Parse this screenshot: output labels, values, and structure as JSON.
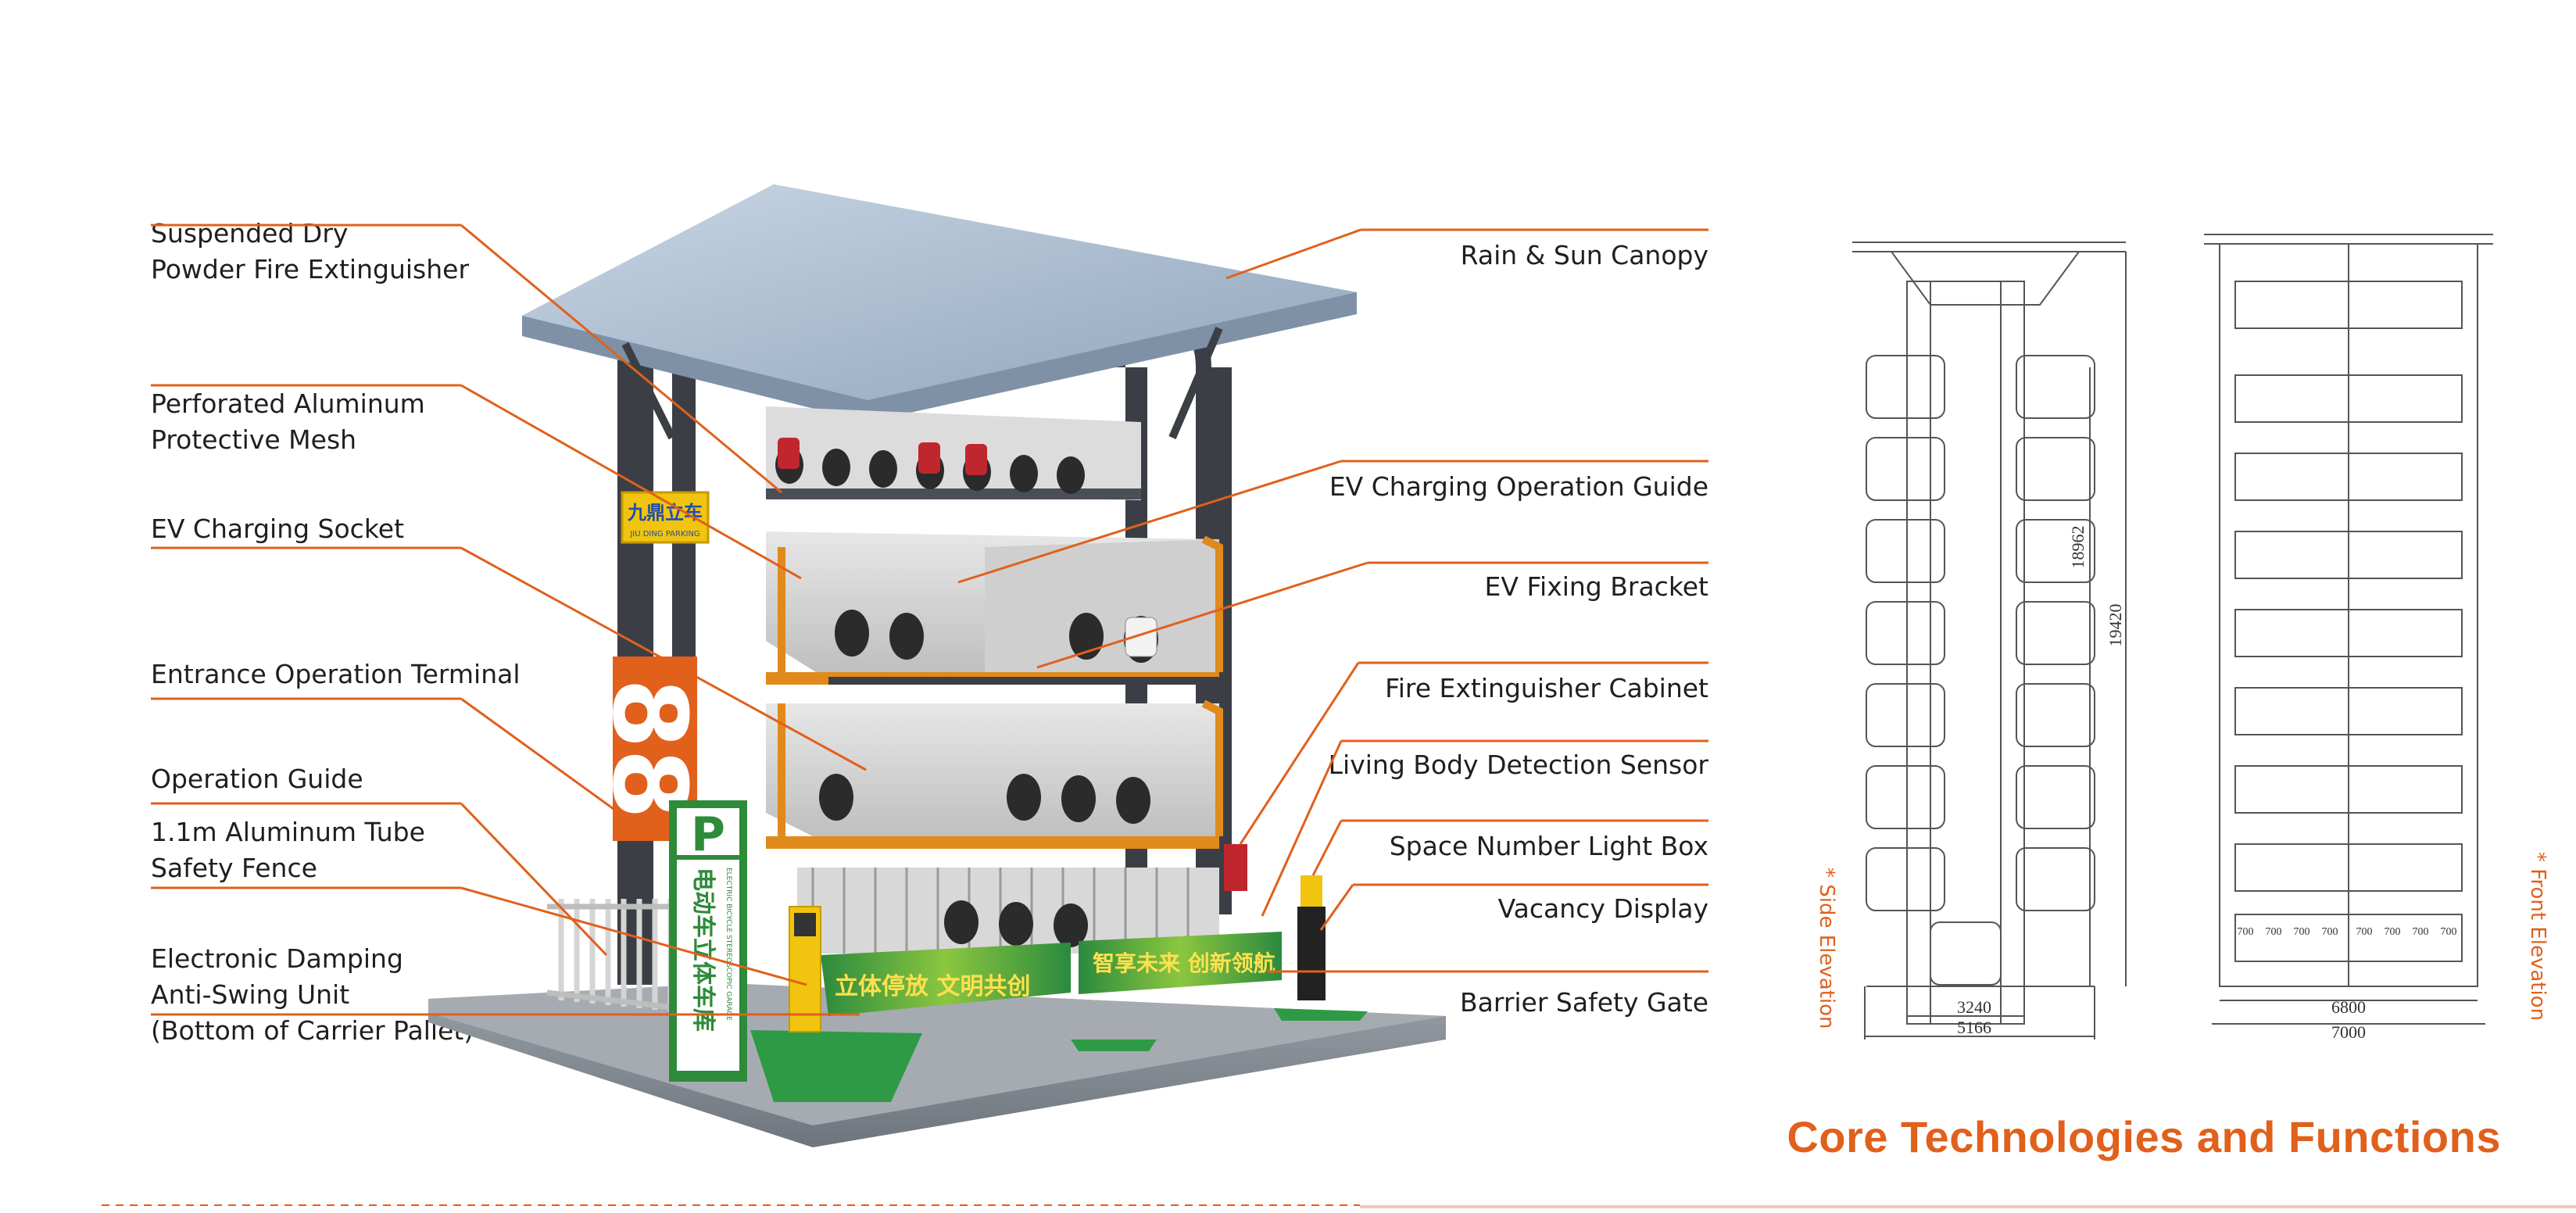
{
  "callouts_left": [
    {
      "id": "fire-extinguisher",
      "text": "Suspended Dry\nPowder Fire Extinguisher"
    },
    {
      "id": "aluminum-mesh",
      "text": "Perforated Aluminum\nProtective Mesh"
    },
    {
      "id": "charging-socket",
      "text": "EV Charging Socket"
    },
    {
      "id": "entrance-terminal",
      "text": "Entrance Operation Terminal"
    },
    {
      "id": "operation-guide",
      "text": "Operation Guide"
    },
    {
      "id": "safety-fence",
      "text": "1.1m Aluminum Tube\nSafety Fence"
    },
    {
      "id": "damping-unit",
      "text": "Electronic Damping\nAnti-Swing Unit\n(Bottom of Carrier Pallet)"
    }
  ],
  "callouts_right": [
    {
      "id": "canopy",
      "text": "Rain & Sun Canopy"
    },
    {
      "id": "charging-guide",
      "text": "EV Charging Operation Guide"
    },
    {
      "id": "fixing-bracket",
      "text": "EV Fixing Bracket"
    },
    {
      "id": "extinguisher-cabinet",
      "text": "Fire Extinguisher Cabinet"
    },
    {
      "id": "detection-sensor",
      "text": "Living Body Detection Sensor"
    },
    {
      "id": "light-box",
      "text": "Space Number Light Box"
    },
    {
      "id": "vacancy-display",
      "text": "Vacancy Display"
    },
    {
      "id": "barrier-gate",
      "text": "Barrier Safety Gate"
    }
  ],
  "title": "Core Technologies and Functions",
  "signage": {
    "logo_text": "九鼎立车",
    "logo_sub": "JIU DING PARKING",
    "p_sign_cn": "电动车立体车库",
    "p_sign_en": "ELECTRIC BICYCLE STEREOSCOPIC GARAGE",
    "banner_left": "立体停放 文明共创",
    "banner_right": "智享未来 创新领航",
    "big_number": "88"
  },
  "side_elevation": {
    "label": "* Side Elevation",
    "height_inner": "18962",
    "height_outer": "19420",
    "width_inner": "3240",
    "width_outer": "5166"
  },
  "front_elevation": {
    "label": "* Front Elevation",
    "bay_widths": [
      "700",
      "700",
      "700",
      "700",
      "700",
      "700",
      "700",
      "700"
    ],
    "width_inner": "6800",
    "width_outer": "7000"
  },
  "colors": {
    "accent": "#e0601c",
    "steel": "#3b3f45",
    "canopy": "#9fb1c6",
    "green": "#2e8b3a"
  }
}
